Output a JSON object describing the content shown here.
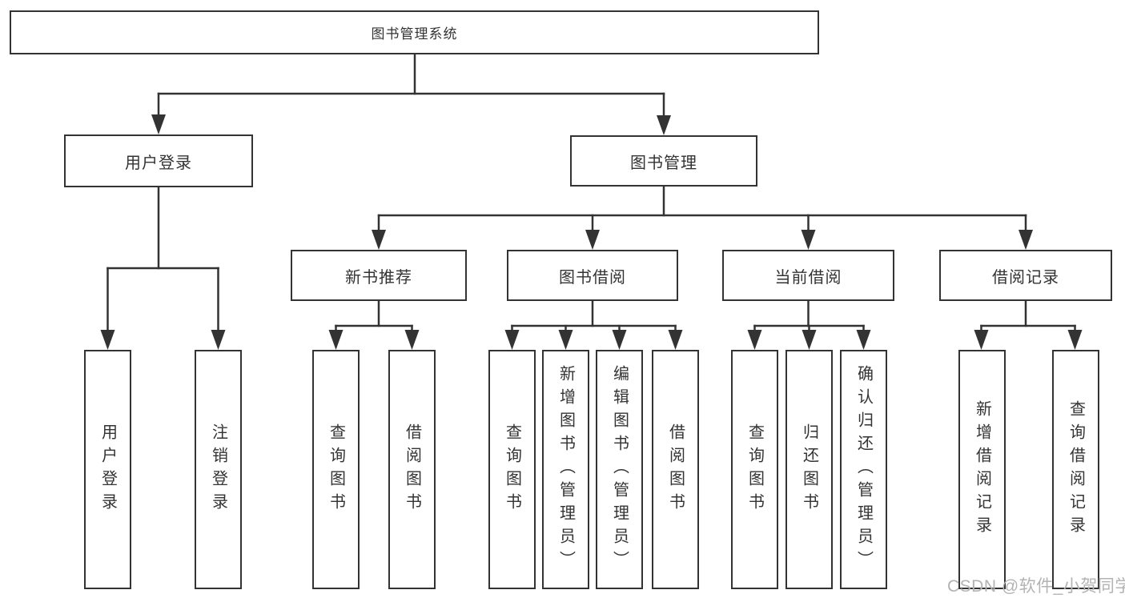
{
  "diagram_type": "tree",
  "title": "图书管理系统",
  "colors": {
    "line": "#333333",
    "text": "#333333",
    "box_fill": "#ffffff",
    "background": "#ffffff",
    "watermark": "#b3b3b3"
  },
  "nodes": {
    "root": "图书管理系统",
    "user_login": "用户登录",
    "book_mgmt": "图书管理",
    "new_books": "新书推荐",
    "book_borrow": "图书借阅",
    "current_borrow": "当前借阅",
    "borrow_records": "借阅记录",
    "leaf_user_login": "用户登录",
    "leaf_logout": "注销登录",
    "leaf_nb_search": "查询图书",
    "leaf_nb_borrow": "借阅图书",
    "leaf_bb_search": "查询图书",
    "leaf_bb_add": "新增图书（管理员）",
    "leaf_bb_edit": "编辑图书（管理员）",
    "leaf_bb_borrow": "借阅图书",
    "leaf_cb_search": "查询图书",
    "leaf_cb_return": "归还图书",
    "leaf_cb_confirm": "确认归还（管理员）",
    "leaf_br_add": "新增借阅记录",
    "leaf_br_search": "查询借阅记录"
  },
  "hierarchy": {
    "root": [
      "user_login",
      "book_mgmt"
    ],
    "user_login": [
      "leaf_user_login",
      "leaf_logout"
    ],
    "book_mgmt": [
      "new_books",
      "book_borrow",
      "current_borrow",
      "borrow_records"
    ],
    "new_books": [
      "leaf_nb_search",
      "leaf_nb_borrow"
    ],
    "book_borrow": [
      "leaf_bb_search",
      "leaf_bb_add",
      "leaf_bb_edit",
      "leaf_bb_borrow"
    ],
    "current_borrow": [
      "leaf_cb_search",
      "leaf_cb_return",
      "leaf_cb_confirm"
    ],
    "borrow_records": [
      "leaf_br_add",
      "leaf_br_search"
    ]
  },
  "watermark": {
    "text": "CSDN @软件_小贺同学"
  }
}
